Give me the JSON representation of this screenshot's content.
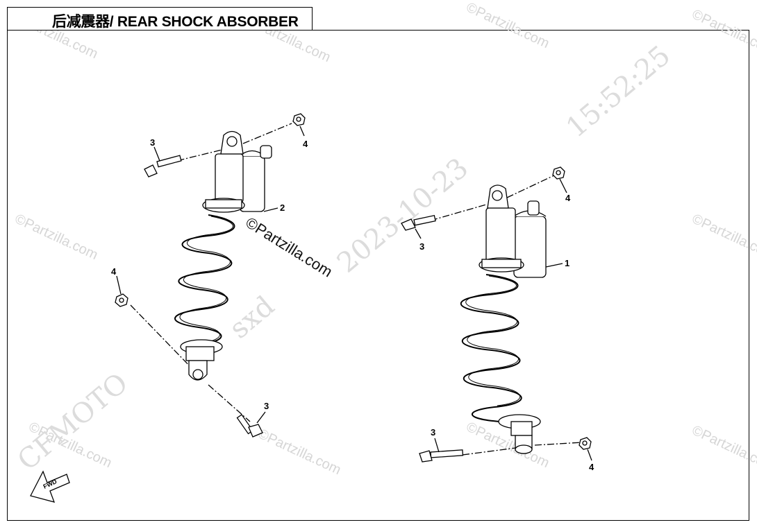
{
  "diagram": {
    "title": "后减震器/ REAR SHOCK ABSORBER",
    "callouts": [
      {
        "id": "left-3-top",
        "label": "3"
      },
      {
        "id": "left-4-top",
        "label": "4"
      },
      {
        "id": "left-2",
        "label": "2"
      },
      {
        "id": "left-4-side",
        "label": "4"
      },
      {
        "id": "left-3-bottom",
        "label": "3"
      },
      {
        "id": "right-4-top",
        "label": "4"
      },
      {
        "id": "right-3-top",
        "label": "3"
      },
      {
        "id": "right-1",
        "label": "1"
      },
      {
        "id": "right-3-bottom",
        "label": "3"
      },
      {
        "id": "right-4-bottom",
        "label": "4"
      }
    ],
    "fwd_label": "FWD"
  },
  "watermarks": {
    "brand_center": "©Partzilla.com",
    "brand_small": "©Partzilla.com",
    "date": "2023-10-23",
    "time": "15:52:25",
    "user": "sxd",
    "maker": "CFMOTO"
  },
  "colors": {
    "line": "#000000",
    "watermark": "#d6d6d6"
  }
}
